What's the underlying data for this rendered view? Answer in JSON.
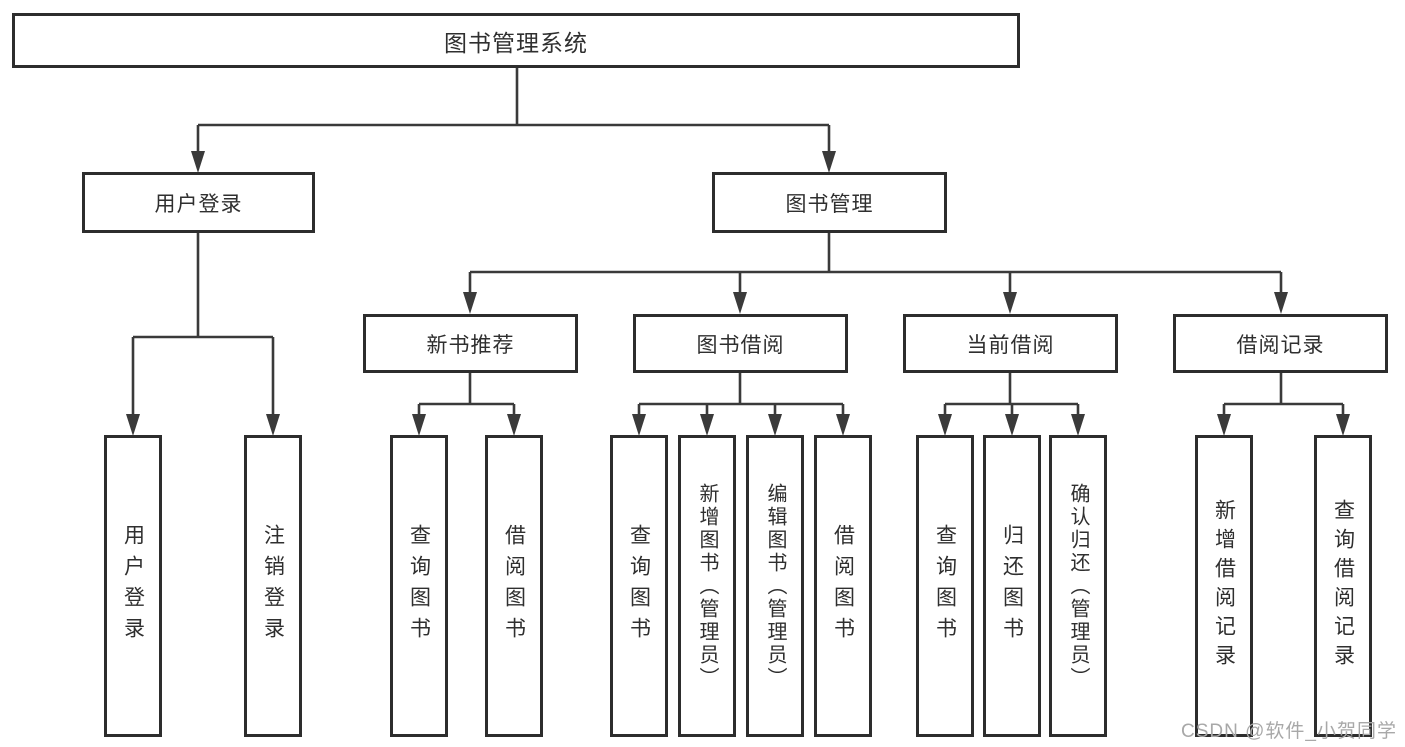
{
  "diagram": {
    "root": {
      "label": "图书管理系统"
    },
    "level2": [
      {
        "id": "user-login",
        "label": "用户登录"
      },
      {
        "id": "book-management",
        "label": "图书管理"
      }
    ],
    "level3": [
      {
        "id": "new-book-recommend",
        "label": "新书推荐",
        "parent": "图书管理"
      },
      {
        "id": "book-borrowing",
        "label": "图书借阅",
        "parent": "图书管理"
      },
      {
        "id": "current-borrowing",
        "label": "当前借阅",
        "parent": "图书管理"
      },
      {
        "id": "borrowing-records",
        "label": "借阅记录",
        "parent": "图书管理"
      }
    ],
    "leaves": [
      {
        "parent": "用户登录",
        "label": "用户登录"
      },
      {
        "parent": "用户登录",
        "label": "注销登录"
      },
      {
        "parent": "新书推荐",
        "label": "查询图书"
      },
      {
        "parent": "新书推荐",
        "label": "借阅图书"
      },
      {
        "parent": "图书借阅",
        "label": "查询图书"
      },
      {
        "parent": "图书借阅",
        "label": "新增图书（管理员）"
      },
      {
        "parent": "图书借阅",
        "label": "编辑图书（管理员）"
      },
      {
        "parent": "图书借阅",
        "label": "借阅图书"
      },
      {
        "parent": "当前借阅",
        "label": "查询图书"
      },
      {
        "parent": "当前借阅",
        "label": "归还图书"
      },
      {
        "parent": "当前借阅",
        "label": "确认归还（管理员）"
      },
      {
        "parent": "借阅记录",
        "label": "新增借阅记录"
      },
      {
        "parent": "借阅记录",
        "label": "查询借阅记录"
      }
    ]
  },
  "watermark": {
    "text": "CSDN @软件_小贺同学"
  },
  "colors": {
    "line": "#3a3a3a",
    "box_border": "#2d2d2d",
    "text": "#2f2f2f",
    "watermark": "#a8a8a8",
    "background": "#ffffff"
  }
}
